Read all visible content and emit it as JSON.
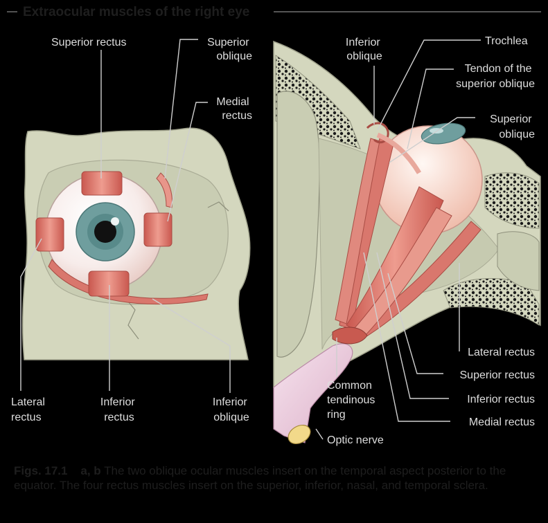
{
  "title": "Extraocular muscles of the right eye",
  "panel_a": {
    "labels": {
      "superior_rectus": "Superior rectus",
      "superior_oblique": [
        "Superior",
        "oblique"
      ],
      "medial_rectus": [
        "Medial",
        "rectus"
      ],
      "lateral_rectus": [
        "Lateral",
        "rectus"
      ],
      "inferior_rectus": [
        "Inferior",
        "rectus"
      ],
      "inferior_oblique": [
        "Inferior",
        "oblique"
      ]
    }
  },
  "panel_b": {
    "labels": {
      "inferior_oblique": [
        "Inferior",
        "oblique"
      ],
      "trochlea": "Trochlea",
      "tendon": [
        "Tendon of the",
        "superior oblique"
      ],
      "superior_oblique": [
        "Superior",
        "oblique"
      ],
      "lateral_rectus": "Lateral rectus",
      "superior_rectus": "Superior rectus",
      "inferior_rectus": "Inferior rectus",
      "medial_rectus": "Medial rectus",
      "common_ring": [
        "Common",
        "tendinous",
        "ring"
      ],
      "optic_nerve": "Optic nerve"
    }
  },
  "caption": {
    "fig": "Figs. 17.1",
    "panels": "a, b",
    "text": " The two oblique ocular muscles insert on the temporal aspect posterior to the equator. The four rectus muscles insert on the superior, inferior, nasal, and temporal sclera."
  },
  "colors": {
    "background": "#000000",
    "bone": "#d4d7be",
    "muscle": "#d9776d",
    "iris": "#6f9e9e",
    "nerve": "#f0d6e6"
  }
}
